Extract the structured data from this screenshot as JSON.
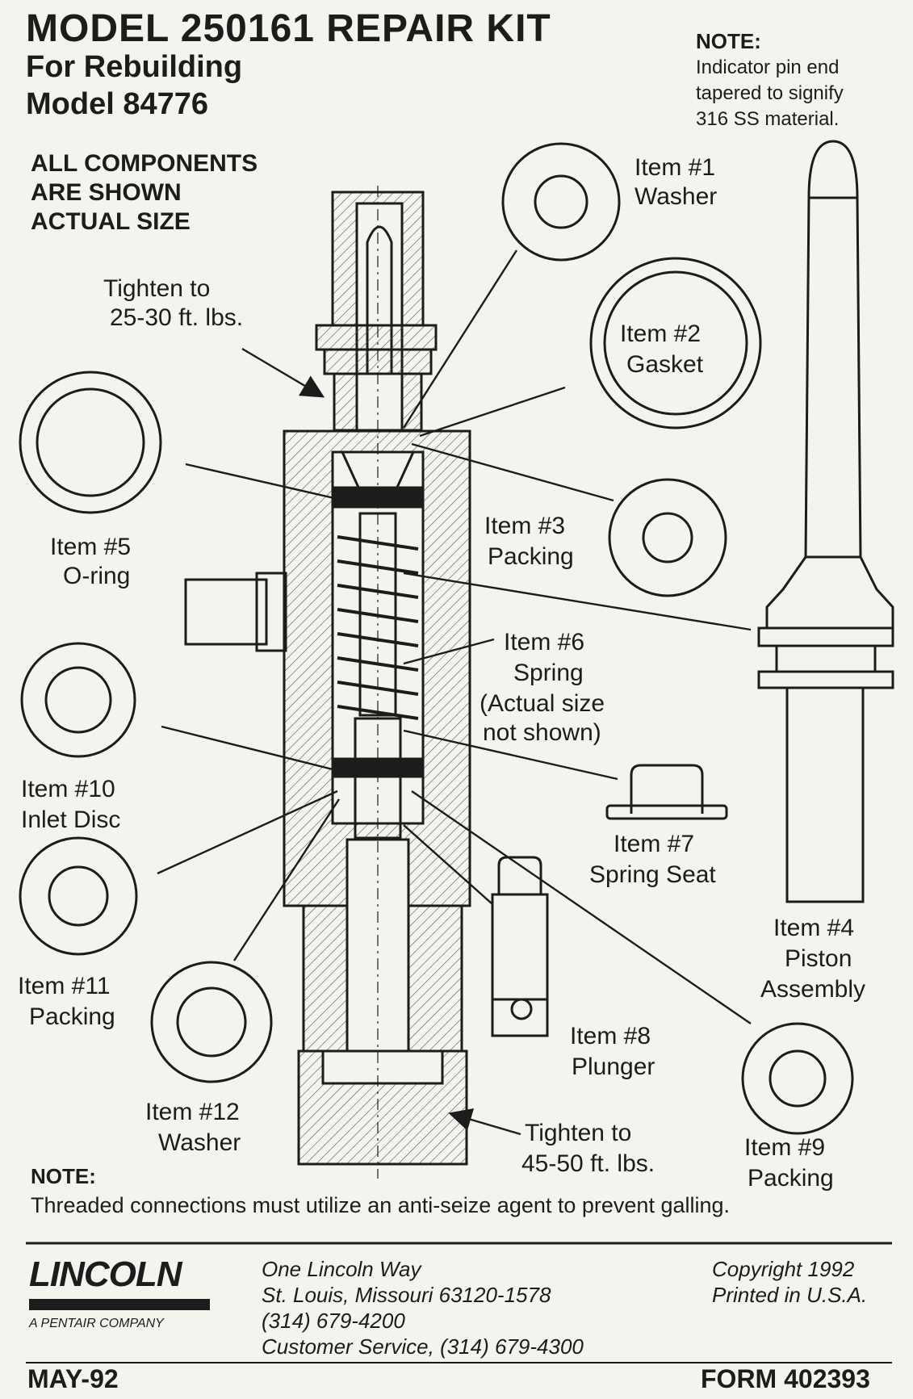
{
  "header": {
    "title": "MODEL 250161 REPAIR KIT",
    "subtitle_1": "For Rebuilding",
    "subtitle_2": "Model 84776",
    "scale_note_1": "ALL COMPONENTS",
    "scale_note_2": "ARE SHOWN",
    "scale_note_3": "ACTUAL SIZE"
  },
  "top_note": {
    "heading": "NOTE:",
    "line_1": "Indicator pin end",
    "line_2": "tapered to signify",
    "line_3": "316 SS material."
  },
  "callouts": {
    "torque_top_1": "Tighten to",
    "torque_top_2": "25-30 ft. lbs.",
    "torque_bottom_1": "Tighten to",
    "torque_bottom_2": "45-50 ft. lbs."
  },
  "items": [
    {
      "number": "Item #1",
      "name": "Washer"
    },
    {
      "number": "Item #2",
      "name": "Gasket"
    },
    {
      "number": "Item #3",
      "name": "Packing"
    },
    {
      "number": "Item #4",
      "name": "Piston",
      "name_2": "Assembly"
    },
    {
      "number": "Item #5",
      "name": "O-ring"
    },
    {
      "number": "Item #6",
      "name": "Spring",
      "name_2": "(Actual size",
      "name_3": "not shown)"
    },
    {
      "number": "Item #7",
      "name": "Spring Seat"
    },
    {
      "number": "Item #8",
      "name": "Plunger"
    },
    {
      "number": "Item #9",
      "name": "Packing"
    },
    {
      "number": "Item #10",
      "name": "Inlet Disc"
    },
    {
      "number": "Item #11",
      "name": "Packing"
    },
    {
      "number": "Item #12",
      "name": "Washer"
    }
  ],
  "bottom_note": {
    "heading": "NOTE:",
    "text": "Threaded connections must utilize an anti-seize agent to prevent galling."
  },
  "footer": {
    "logo_text": "LINCOLN",
    "logo_tagline": "A PENTAIR COMPANY",
    "address_1": "One Lincoln Way",
    "address_2": "St. Louis, Missouri 63120-1578",
    "address_3": "(314) 679-4200",
    "address_4": "Customer Service, (314) 679-4300",
    "copyright_1": "Copyright 1992",
    "copyright_2": "Printed in U.S.A.",
    "date": "MAY-92",
    "form": "FORM 402393"
  },
  "colors": {
    "ink": "#1c1c1c",
    "paper": "#f4f3ee"
  }
}
